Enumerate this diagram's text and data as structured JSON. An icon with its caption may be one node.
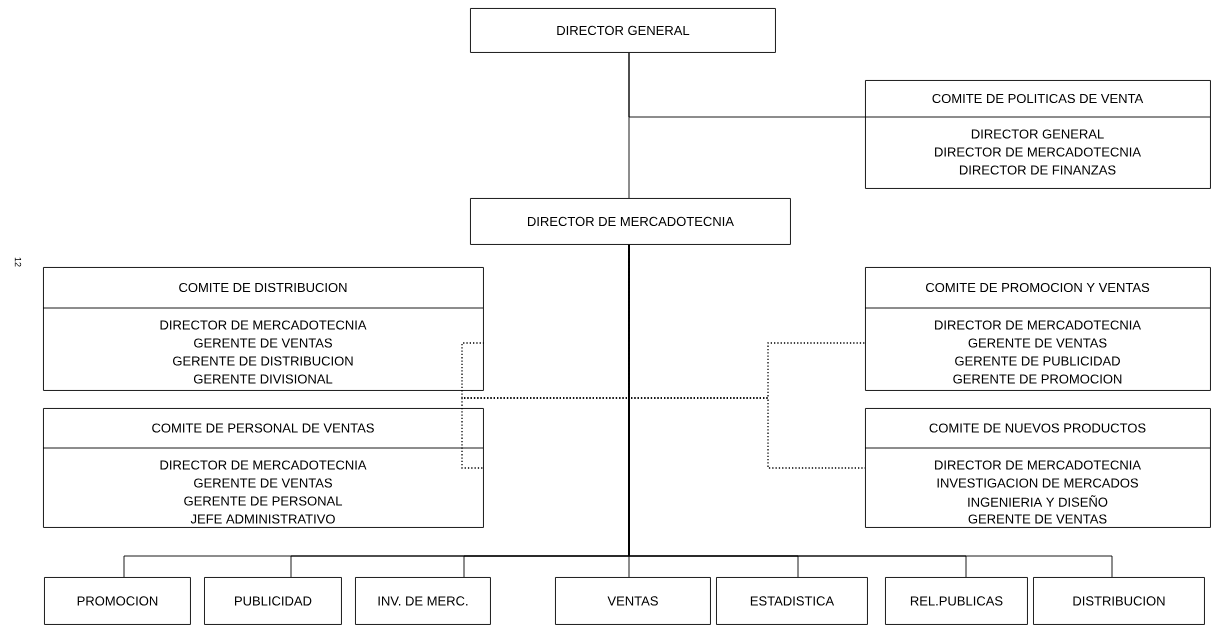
{
  "diagram": {
    "nodes": [
      {
        "text": [
          "DIRECTOR GENERAL"
        ]
      },
      {
        "text": [
          "COMITE DE POLITICAS DE VENTA",
          "DIRECTOR GENERAL",
          "DIRECTOR DE MERCADOTECNIA",
          "DIRECTOR DE FINANZAS"
        ]
      },
      {
        "text": [
          "DIRECTOR DE MERCADOTECNIA"
        ]
      },
      {
        "text": [
          "COMITE DE DISTRIBUCION",
          "DIRECTOR DE MERCADOTECNIA",
          "GERENTE DE VENTAS",
          "GERENTE DE DISTRIBUCION",
          "GERENTE DIVISIONAL"
        ]
      },
      {
        "text": [
          "COMITE DE PERSONAL DE VENTAS",
          "DIRECTOR DE MERCADOTECNIA",
          "GERENTE DE VENTAS",
          "GERENTE DE PERSONAL",
          "JEFE ADMINISTRATIVO"
        ]
      },
      {
        "text": [
          "COMITE DE PROMOCION Y VENTAS",
          "DIRECTOR DE MERCADOTECNIA",
          "GERENTE DE VENTAS",
          "GERENTE DE PUBLICIDAD",
          "GERENTE DE PROMOCION"
        ]
      },
      {
        "text": [
          "COMITE DE NUEVOS PRODUCTOS",
          "DIRECTOR DE MERCADOTECNIA",
          "INVESTIGACION DE MERCADOS",
          "INGENIERIA Y DISEÑO",
          "GERENTE DE VENTAS"
        ]
      },
      {
        "text": [
          "PROMOCION"
        ]
      },
      {
        "text": [
          "PUBLICIDAD"
        ]
      },
      {
        "text": [
          "INV. DE MERC."
        ]
      },
      {
        "text": [
          "VENTAS"
        ]
      },
      {
        "text": [
          "ESTADISTICA"
        ]
      },
      {
        "text": [
          "REL.PUBLICAS"
        ]
      },
      {
        "text": [
          "DISTRIBUCION"
        ]
      }
    ],
    "edges": [
      {
        "from": 0,
        "to": 2,
        "arrow": "none"
      },
      {
        "from": 0,
        "to": 1,
        "arrow": "none"
      },
      {
        "from": 2,
        "to": 3,
        "arrow": "none",
        "style": "dashed"
      },
      {
        "from": 2,
        "to": 4,
        "arrow": "none",
        "style": "dashed"
      },
      {
        "from": 2,
        "to": 5,
        "arrow": "none",
        "style": "dashed"
      },
      {
        "from": 2,
        "to": 6,
        "arrow": "none",
        "style": "dashed"
      },
      {
        "from": 2,
        "to": 7,
        "arrow": "none"
      },
      {
        "from": 2,
        "to": 8,
        "arrow": "none"
      },
      {
        "from": 2,
        "to": 9,
        "arrow": "none"
      },
      {
        "from": 2,
        "to": 10,
        "arrow": "none"
      },
      {
        "from": 2,
        "to": 11,
        "arrow": "none"
      },
      {
        "from": 2,
        "to": 12,
        "arrow": "none"
      },
      {
        "from": 2,
        "to": 13,
        "arrow": "none"
      }
    ],
    "labels": [
      "12"
    ]
  }
}
